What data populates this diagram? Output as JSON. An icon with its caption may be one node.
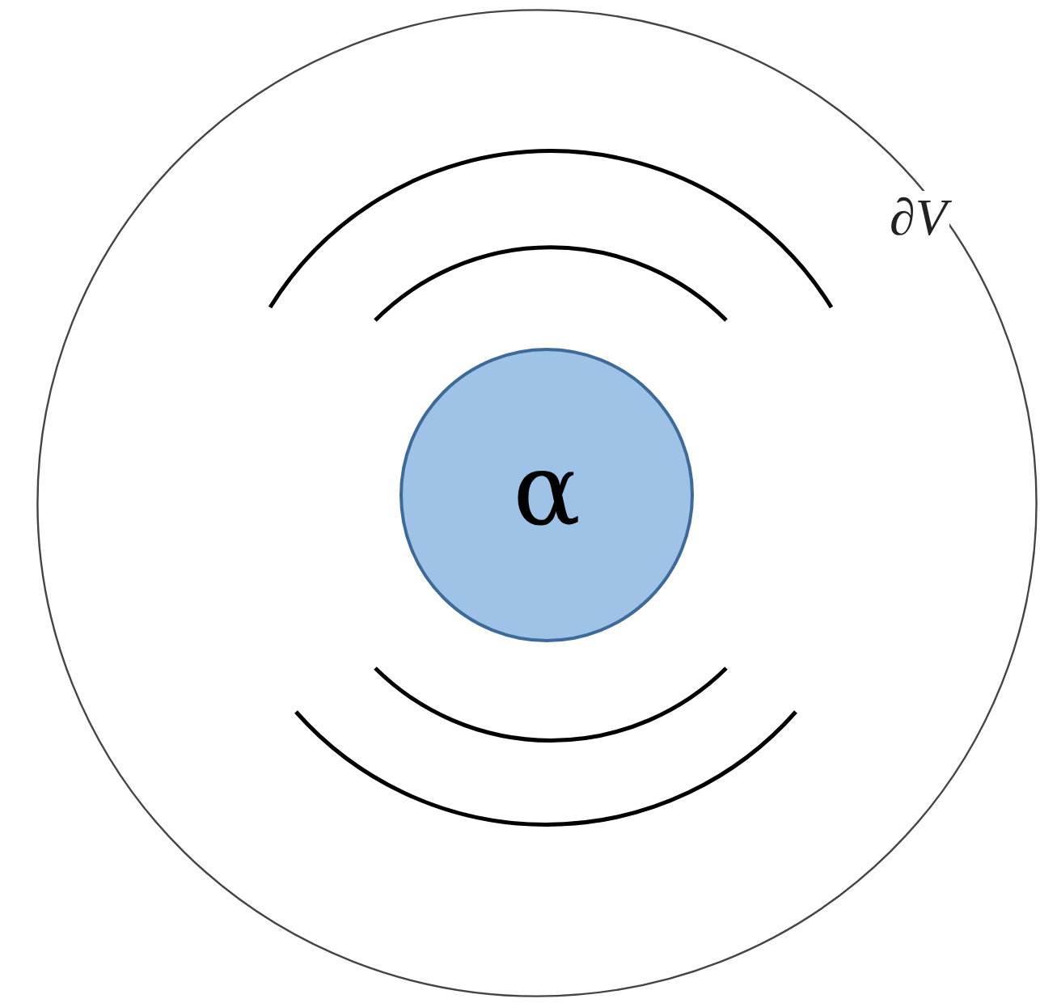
{
  "diagram": {
    "nodes": [
      {
        "text": [],
        "shape": "circle",
        "beside": [
          "∂V"
        ]
      },
      {
        "text": [
          "α"
        ],
        "in": 0
      }
    ]
  }
}
